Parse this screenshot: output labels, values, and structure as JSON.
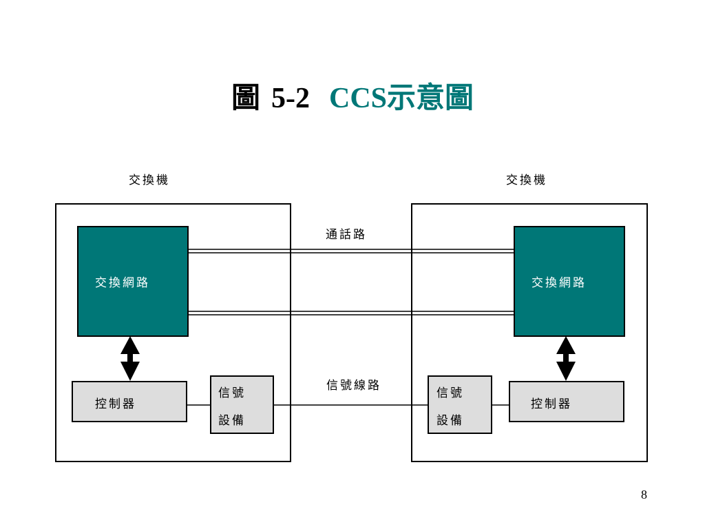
{
  "title": {
    "prefix": "圖",
    "number": "5-2",
    "highlight": "CCS示意圖"
  },
  "labels": {
    "switch_left": "交換機",
    "switch_right": "交換機",
    "voice_path": "通話路",
    "signal_line": "信號線路"
  },
  "left_switch": {
    "network": "交換網路",
    "controller": "控制器",
    "signal_equipment": [
      "信號",
      "設備"
    ]
  },
  "right_switch": {
    "network": "交換網路",
    "controller": "控制器",
    "signal_equipment": [
      "信號",
      "設備"
    ]
  },
  "colors": {
    "network_fill": "#007777",
    "title_accent": "#007777",
    "box_fill": "#dddddd"
  },
  "page_number": "8"
}
